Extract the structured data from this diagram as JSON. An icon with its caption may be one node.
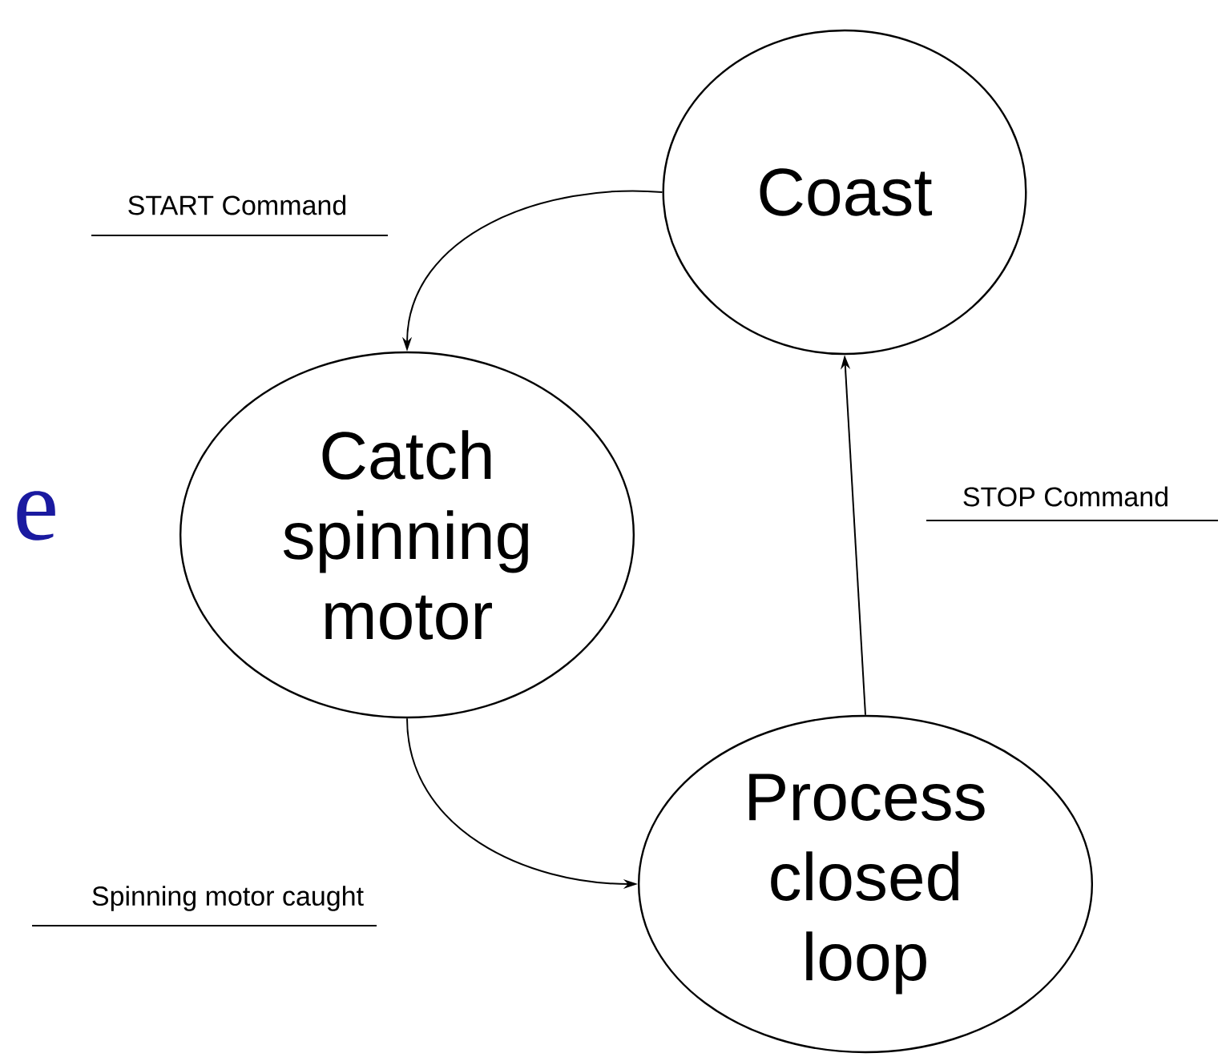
{
  "diagram": {
    "nodes": [
      {
        "text": [
          "Coast"
        ]
      },
      {
        "text": [
          "Catch spinning motor"
        ]
      },
      {
        "text": [
          "Process closed loop"
        ]
      }
    ],
    "edges": [
      {
        "from": 0,
        "to": 1,
        "arrow": "to",
        "label": "START Command"
      },
      {
        "from": 1,
        "to": 2,
        "arrow": "to",
        "label": "Spinning motor caught"
      },
      {
        "from": 2,
        "to": 0,
        "arrow": "to",
        "label": "STOP Command"
      }
    ],
    "labels": [
      "e"
    ]
  }
}
